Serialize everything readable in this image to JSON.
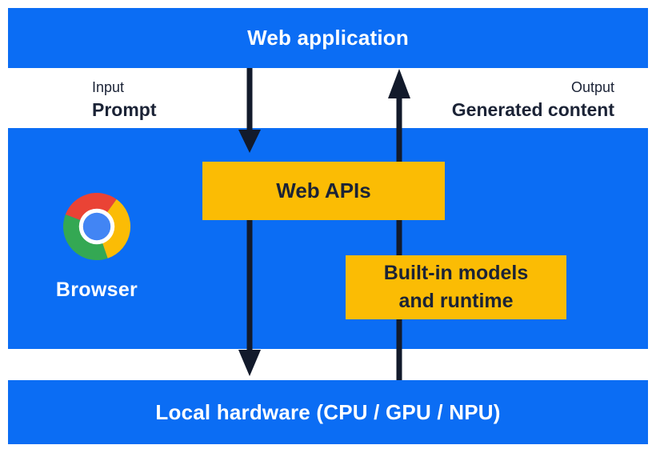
{
  "colors": {
    "blue": "#0b6df4",
    "yellow": "#fbbc04",
    "navy": "#1b2336",
    "arrow": "#121a2b",
    "white": "#ffffff",
    "chrome_red": "#ea4335",
    "chrome_yellow": "#fbbc05",
    "chrome_green": "#34a853",
    "chrome_blue": "#4285f4"
  },
  "top_bar": {
    "label": "Web application"
  },
  "io_labels": {
    "input_title": "Input",
    "input_value": "Prompt",
    "output_title": "Output",
    "output_value": "Generated content"
  },
  "browser_section": {
    "browser_label": "Browser",
    "web_apis_label": "Web APIs",
    "builtin_models_line1": "Built-in models",
    "builtin_models_line2": "and runtime"
  },
  "bottom_bar": {
    "label": "Local hardware (CPU / GPU / NPU)"
  },
  "flows": [
    {
      "name": "input-flow",
      "direction": "down",
      "from": "Web application",
      "to": "Local hardware (CPU / GPU / NPU)"
    },
    {
      "name": "output-flow",
      "direction": "up",
      "from": "Local hardware (CPU / GPU / NPU)",
      "to": "Web application"
    }
  ],
  "icons": {
    "chrome_logo": "chrome-logo-icon"
  }
}
